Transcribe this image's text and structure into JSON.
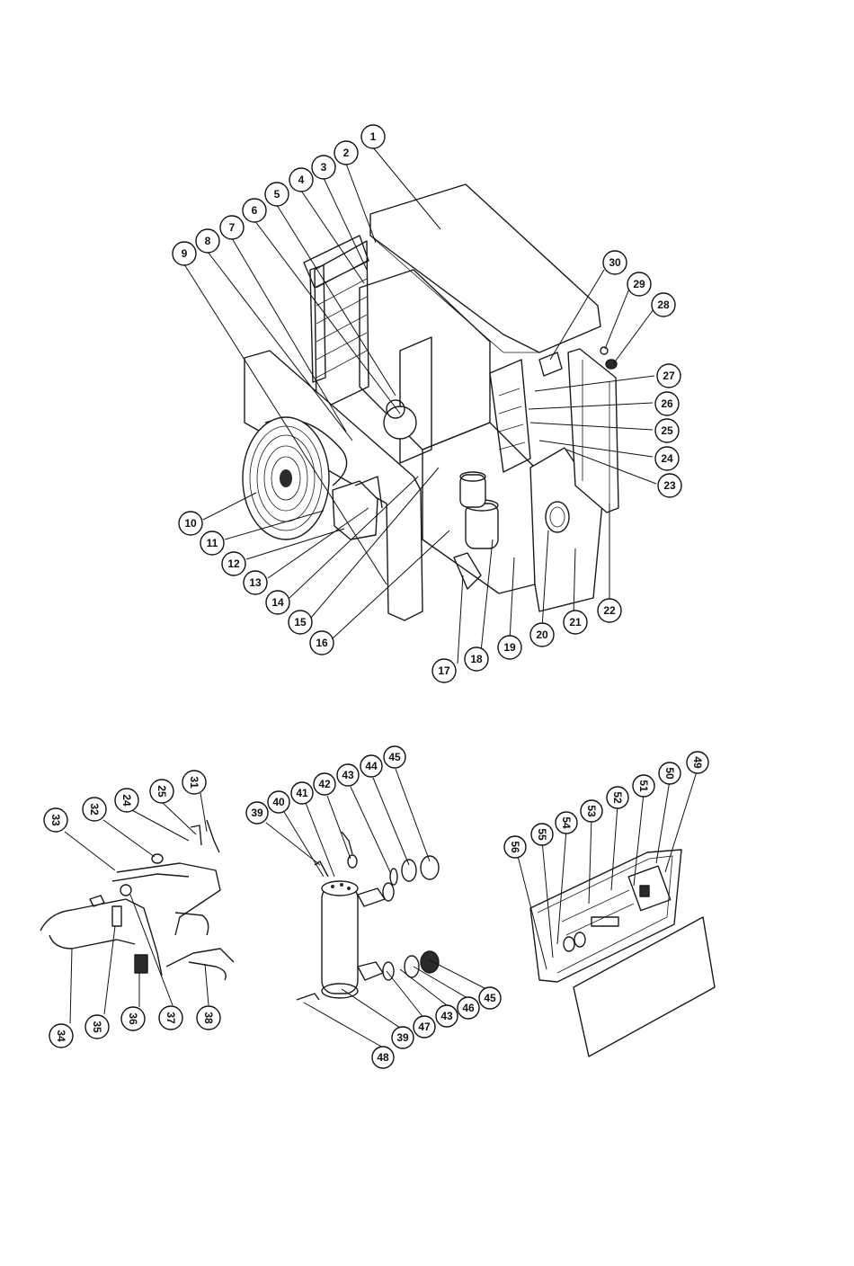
{
  "diagram": {
    "main_assembly_labels": [
      "1",
      "2",
      "3",
      "4",
      "5",
      "6",
      "7",
      "8",
      "9",
      "10",
      "11",
      "12",
      "13",
      "14",
      "15",
      "16",
      "17",
      "18",
      "19",
      "20",
      "21",
      "22",
      "23",
      "24",
      "25",
      "26",
      "27",
      "28",
      "29",
      "30"
    ],
    "piping_labels": [
      "31",
      "25",
      "24",
      "32",
      "33",
      "34",
      "35",
      "36",
      "37",
      "38"
    ],
    "heat_exchanger_labels": [
      "39",
      "40",
      "41",
      "42",
      "43",
      "44",
      "45",
      "46",
      "43",
      "47",
      "39",
      "48"
    ],
    "control_box_labels": [
      "49",
      "50",
      "51",
      "52",
      "53",
      "54",
      "55",
      "56"
    ]
  }
}
